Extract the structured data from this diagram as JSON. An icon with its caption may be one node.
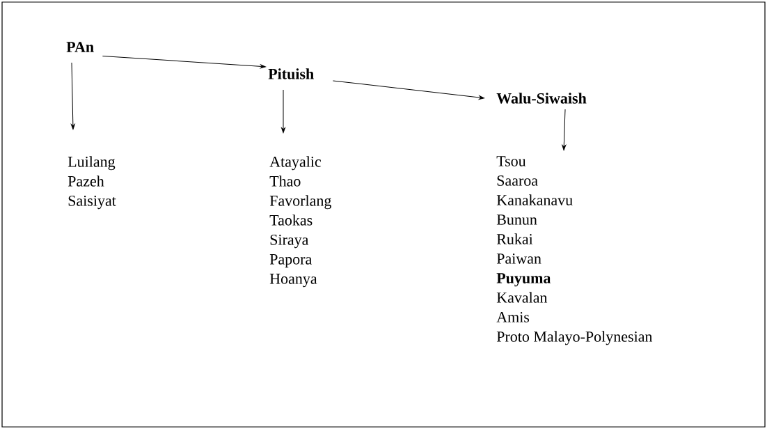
{
  "diagram": {
    "nodes": [
      {
        "text": [
          "PAn"
        ]
      },
      {
        "text": [
          "Pituish"
        ]
      },
      {
        "text": [
          "Walu-Siwaish"
        ]
      },
      {
        "text": [
          "Luilang",
          "Pazeh",
          "Saisiyat"
        ]
      },
      {
        "text": [
          "Atayalic",
          "Thao",
          "Favorlang",
          "Taokas",
          "Siraya",
          "Papora",
          "Hoanya"
        ]
      },
      {
        "text": [
          "Tsou",
          "Saaroa",
          "Kanakanavu",
          "Bunun",
          "Rukai",
          "Paiwan",
          "**Puyuma**",
          "Kavalan",
          "Amis",
          "Proto Malayo-Polynesian"
        ]
      }
    ],
    "edges": [
      {
        "from": 0,
        "to": 1,
        "arrow": "to"
      },
      {
        "from": 1,
        "to": 2,
        "arrow": "to"
      },
      {
        "from": 0,
        "to": 3,
        "arrow": "to"
      },
      {
        "from": 1,
        "to": 4,
        "arrow": "to"
      },
      {
        "from": 2,
        "to": 5,
        "arrow": "to"
      }
    ]
  }
}
